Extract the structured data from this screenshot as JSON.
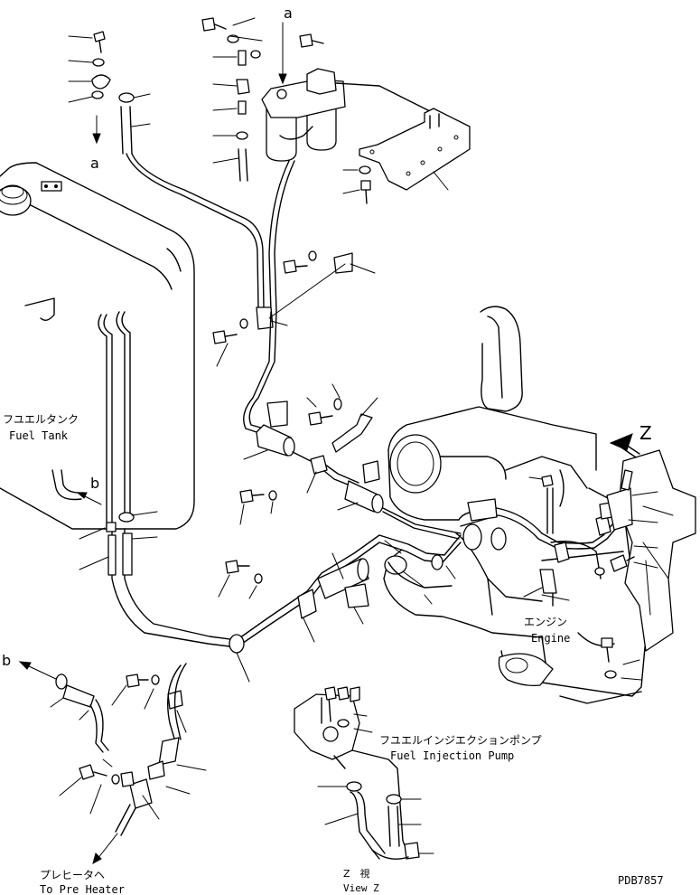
{
  "labels": {
    "fuel_tank_jp": "フユエルタンク",
    "fuel_tank_en": "Fuel Tank",
    "engine_jp": "エンジン",
    "engine_en": "Engine",
    "pump_jp": "フユエルインジエクションポンプ",
    "pump_en": "Fuel Injection Pump",
    "preheater_jp": "プレヒータヘ",
    "preheater_en": "To Pre Heater",
    "view_z_jp": "Z　視",
    "view_z_en": "View Z",
    "drawing_number": "PDB7857"
  },
  "markers": {
    "a_top": "a",
    "a_left": "a",
    "b_tank": "b",
    "b_left": "b",
    "z": "Z"
  }
}
